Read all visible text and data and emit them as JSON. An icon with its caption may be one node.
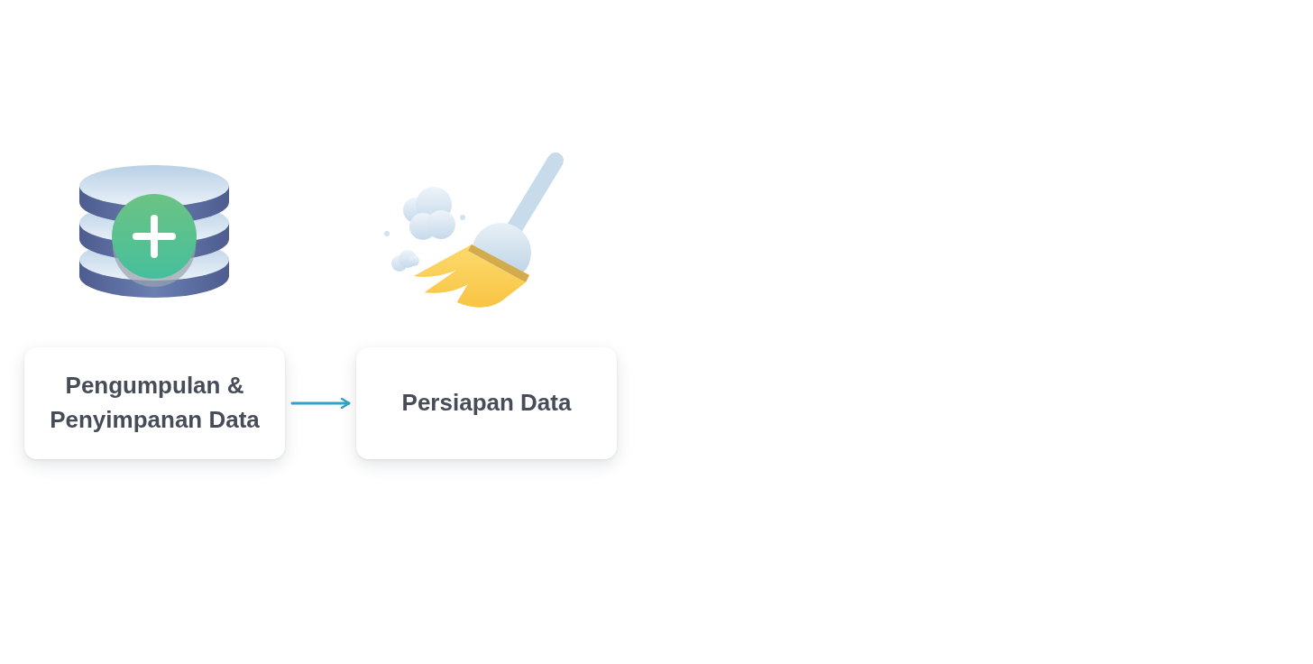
{
  "diagram": {
    "nodes": [
      {
        "text": [
          "Pengumpulan & Penyimpanan Data"
        ]
      },
      {
        "text": [
          "Persiapan Data"
        ]
      }
    ],
    "edges": [
      {
        "from": 0,
        "to": 1,
        "arrow": "to"
      }
    ]
  }
}
